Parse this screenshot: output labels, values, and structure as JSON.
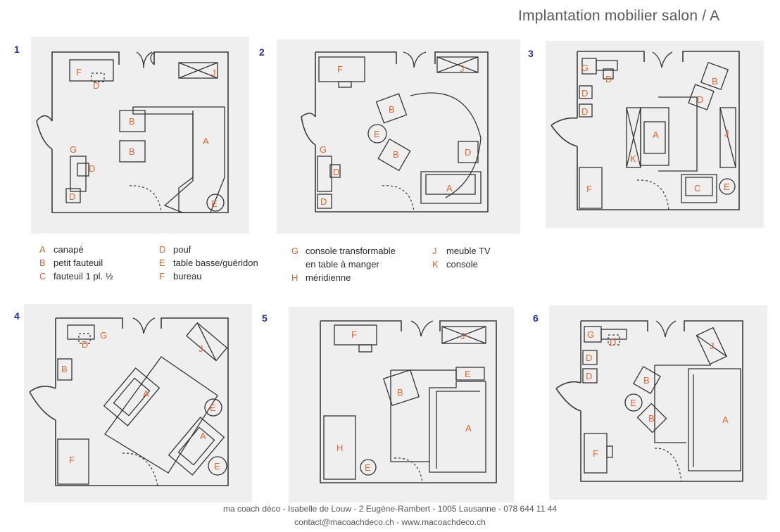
{
  "title": "Implantation mobilier salon / A",
  "panel_numbers": [
    "1",
    "2",
    "3",
    "4",
    "5",
    "6"
  ],
  "legend": [
    {
      "key": "A",
      "label": "canapé"
    },
    {
      "key": "B",
      "label": "petit fauteuil"
    },
    {
      "key": "C",
      "label": "fauteuil 1 pl. ½"
    },
    {
      "key": "D",
      "label": "pouf"
    },
    {
      "key": "E",
      "label": "table basse/guéridon"
    },
    {
      "key": "F",
      "label": "bureau"
    },
    {
      "key": "G",
      "label": "console transformable"
    },
    {
      "key": "",
      "label": "en table à manger"
    },
    {
      "key": "H",
      "label": "méridienne"
    },
    {
      "key": "J",
      "label": "meuble TV"
    },
    {
      "key": "K",
      "label": "console"
    }
  ],
  "footer": {
    "line1": "ma coach déco - Isabelle de Louw - 2 Eugène-Rambert - 1005 Lausanne - 078 644 11 44",
    "line2": "contact@macoachdeco.ch - www.macoachdeco.ch"
  },
  "colors": {
    "accent": "#e8632a",
    "number": "#1f2fb0",
    "ink": "#333333",
    "paper": "#efefef"
  },
  "labels": {
    "p1": [
      "F",
      "D",
      "J",
      "B",
      "B",
      "A",
      "G",
      "D",
      "D",
      "E"
    ],
    "p2": [
      "F",
      "J",
      "B",
      "E",
      "B",
      "G",
      "D",
      "D",
      "D",
      "A"
    ],
    "p3": [
      "G",
      "D",
      "B",
      "D",
      "D",
      "D",
      "A",
      "K",
      "J",
      "F",
      "C",
      "E"
    ],
    "p4": [
      "G",
      "D",
      "J",
      "B",
      "A",
      "E",
      "A",
      "F",
      "E"
    ],
    "p5": [
      "F",
      "J",
      "E",
      "B",
      "A",
      "H",
      "E"
    ],
    "p6": [
      "G",
      "D",
      "J",
      "D",
      "D",
      "B",
      "E",
      "B",
      "A",
      "F"
    ]
  }
}
